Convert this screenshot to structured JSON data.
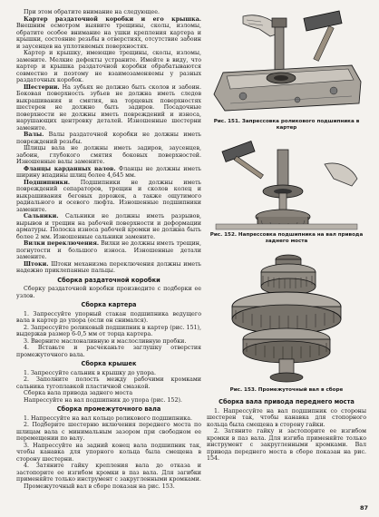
{
  "left": {
    "intro": "При этом обратите внимание на следующее.",
    "p1_lead": "Картер раздаточной коробки и его крышка.",
    "p1_text": " Внешним осмотром выявите трещины, сколы, изломы, обратите особое внимание на ушки крепления картера и крышки, состояние резьбы в отверстиях, отсутствие забоин и заусенцев на уплотняемых поверхностях.",
    "p2": "Картер и крышку, имеющие трещины, сколы, изломы, замените. Мелкие дефекты устраните. Имейте в виду, что картер и крышка раздаточной коробки обрабатываются совместно и поэтому не взаимозаменяемы у разных раздаточных коробок.",
    "p3_lead": "Шестерни.",
    "p3_text": " На зубьях не должно быть сколов и забоин. Боковая поверхность зубьев не должна иметь следов выкрашивания и смятия, на торцевых поверхностях шестерен не должно быть задиров. Посадочные поверхности не должны иметь повреждений и износа, нарушающих центровку деталей. Изношенные шестерни замените.",
    "p4_lead": "Валы.",
    "p4_text": " Валы раздаточной коробки не должны иметь повреждений резьбы.",
    "p5": "Шлицы вала не должны иметь задиров, заусенцев, забоин, глубокого смятия боковых поверхностей. Изношенные валы замените.",
    "p6_lead": "Фланцы карданных валов.",
    "p6_text": " Фланцы не должны иметь ширину впадины шлиц более 4,645 мм.",
    "p7_lead": "Подшипники.",
    "p7_text": " Подшипники не должны иметь повреждений сепараторов, трещин и сколов колец и выкрашивания беговых дорожек, а также ощутимого радиального и осевого люфта. Изношенные подшипники замените.",
    "p8_lead": "Сальники.",
    "p8_text": " Сальники не должны иметь разрывов, вырывов и трещин на рабочей поверхности и деформации арматуры. Полоска износа рабочей кромки не должна быть более 2 мм. Изношенные сальники замените.",
    "p9_lead": "Вилки переключения.",
    "p9_text": " Вилки не должны иметь трещин, погнутости и большого износа. Изношенные детали замените.",
    "p10_lead": "Штоки.",
    "p10_text": " Штоки механизма переключения должны иметь надежно приклепанные пальцы.",
    "h1": "Сборка раздаточной коробки",
    "p11": "Сборку раздаточной коробки производите с подборки ее узлов.",
    "h2": "Сборка картера",
    "c1": "1. Запрессуйте упорный стакан подшипника ведущего вала в картер до упора (если он снимался).",
    "c2": "2. Запрессуйте роликовый подшипник в картер (рис. 151), выдержав размер 6-0,5 мм от торца картера.",
    "c3": "3. Вверните маслоналивную и маслосливную пробки.",
    "c4": "4. Вставьте и расчеканьте заглушку отверстия промежуточного вала.",
    "h3": "Сборка крышек",
    "k1": "1. Запрессуйте сальник в крышку до упора.",
    "k2": "2. Заполните полость между рабочими кромками сальника тугоплавкой пластичной смазкой.",
    "k3": "Сборка вала привода заднего моста",
    "k4": "Напрессуйте на вал подшипник до упора (рис. 152).",
    "h4": "Сборка промежуточного вала",
    "m1": "1. Напрессуйте на вал кольцо роликового подшипника.",
    "m2": "2. Подберите шестерню включения переднего моста по шлицам вала с минимальным зазором при свободном ее перемещении по валу.",
    "m3": "3. Напрессуйте на задний конец вала подшипник так, чтобы канавка для упорного кольца была смещена в сторону шестерни.",
    "m4": "4. Затяните гайку крепления вала до отказа и застопорите ее изгибом кромки в паз вала. Для загибки применяйте только инструмент с закругленными кромками.",
    "m5": "Промежуточный вал в сборе показан на рис. 153."
  },
  "right": {
    "cap151": "Рис. 151. Запрессовка роликового подшипника в картер",
    "cap152": "Рис. 152. Напрессовка подшипника на вал привода заднего моста",
    "cap153": "Рис. 153. Промежуточный вал в сборе",
    "h5": "Сборка вала привода переднего моста",
    "r1": "1. Напрессуйте на вал подшипник со стороны шестерен так, чтобы канавка для стопорного кольца была смещена в сторону гайки.",
    "r2": "2. Затяните гайку и застопорите ее изгибом кромки в паз вала. Для изгиба применяйте только инструмент с закругленными кромками. Вал привода переднего моста в сборе показан на рис. 154."
  },
  "page_number": "87"
}
